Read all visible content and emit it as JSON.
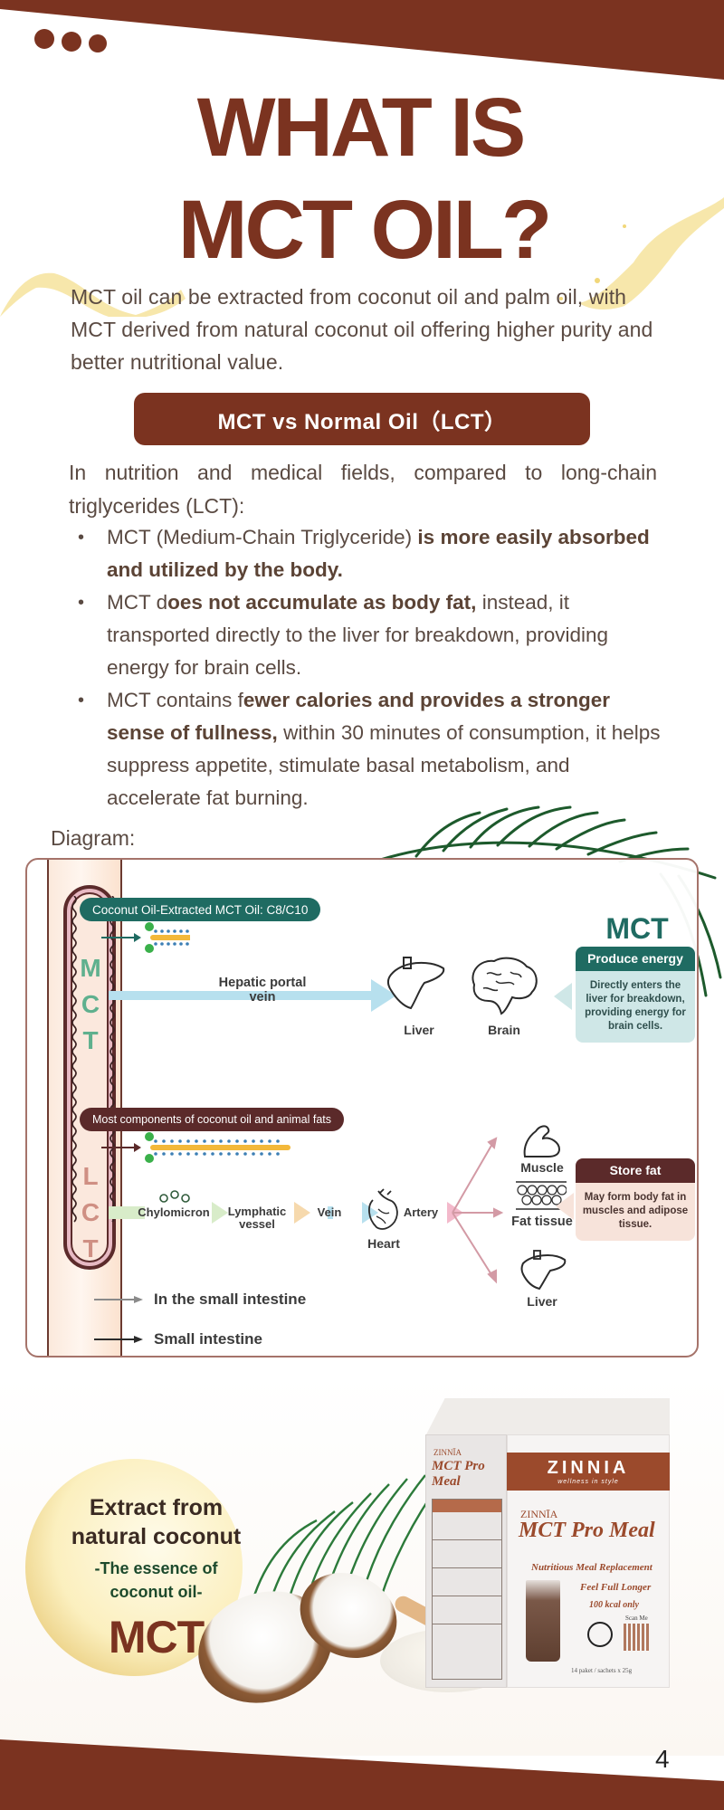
{
  "header": {
    "title_line1": "WHAT IS",
    "title_line2": "MCT OIL?"
  },
  "intro": "MCT oil can be extracted from coconut oil and palm oil, with MCT derived from natural coconut oil offering higher purity and better nutritional value.",
  "comparison_pill": "MCT  vs  Normal Oil（LCT）",
  "lead": "In nutrition and medical fields, compared to long-chain triglycerides (LCT):",
  "bullets": [
    {
      "normal_before": "MCT (Medium-Chain Triglyceride) ",
      "bold": "is more easily absorbed and utilized by the body.",
      "normal_after": ""
    },
    {
      "normal_before": "MCT d",
      "bold": "oes not accumulate as body fat,",
      "normal_after": " instead, it transported directly to the liver for breakdown, providing energy for brain cells."
    },
    {
      "normal_before": "MCT contains f",
      "bold": "ewer calories and provides a stronger sense of fullness,",
      "normal_after": " within 30 minutes of consumption, it helps suppress appetite, stimulate basal metabolism, and accelerate fat burning."
    }
  ],
  "diagram": {
    "label": "Diagram:",
    "mct": {
      "vertical_label": [
        "M",
        "C",
        "T"
      ],
      "bubble": "Coconut Oil-Extracted MCT Oil: C8/C10",
      "route": "Hepatic portal vein",
      "organs": [
        "Liver",
        "Brain"
      ],
      "side_title": "MCT",
      "card_title": "Produce energy",
      "card_body": "Directly enters the liver for breakdown, providing energy for brain cells."
    },
    "lct": {
      "vertical_label": [
        "L",
        "C",
        "T"
      ],
      "bubble": "Most components of coconut oil and animal fats",
      "steps": [
        "Chylomicron",
        "Lymphatic vessel",
        "Vein",
        "Heart",
        "Artery"
      ],
      "destinations": [
        "Muscle",
        "Fat tissue",
        "Liver"
      ],
      "card_title": "Store fat",
      "card_body": "May form body fat in muscles and adipose tissue."
    },
    "legend": {
      "inner": "In the small intestine",
      "outer": "Small intestine"
    },
    "colors": {
      "mct": "#1f6b62",
      "lct": "#5b2a2a",
      "brand": "#7b3320"
    }
  },
  "promo": {
    "line1": "Extract from",
    "line2": "natural coconut",
    "line3": "-The essence of",
    "line4": "coconut oil-",
    "big": "MCT"
  },
  "product_box": {
    "brand": "ZINNIA",
    "tagline": "wellness in style",
    "name_small": "ZINNĪA",
    "name": "MCT Pro Meal",
    "subtitle": "Nutritious Meal Replacement",
    "claim1": "Feel Full Longer",
    "claim2": "100 kcal only",
    "scan": "Scan Me",
    "pack": "14 paket / sachets x 25g"
  },
  "page_number": "4"
}
